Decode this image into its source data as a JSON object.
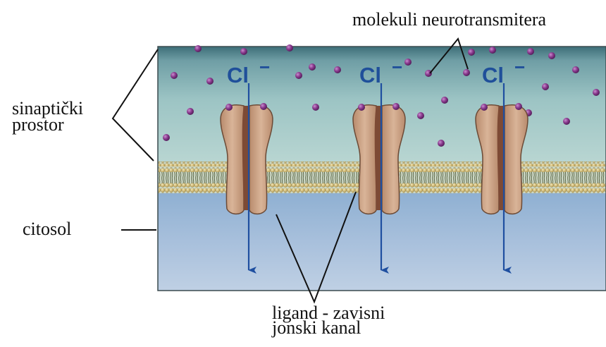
{
  "labels": {
    "neurotransmitter": "molekuli neurotransmitera",
    "synaptic_line1": "sinaptički",
    "synaptic_line2": "prostor",
    "cytosol": "citosol",
    "channel_line1": "ligand - zavisni",
    "channel_line2": "jonski kanal"
  },
  "ion": {
    "symbol": "Cl",
    "charge": "−"
  },
  "channels": [
    {
      "id": "channel-1",
      "ion_label": "Cl−",
      "has_bound_ligands": true
    },
    {
      "id": "channel-2",
      "ion_label": "Cl−",
      "has_bound_ligands": true
    },
    {
      "id": "channel-3",
      "ion_label": "Cl−",
      "has_bound_ligands": true
    }
  ],
  "colors": {
    "synaptic_space": "#9fc7c7",
    "cytosol": "#a9c1dd",
    "protein": "#c9a084",
    "protein_dark": "#8a5a45",
    "lipid_head": "#d8c07a",
    "molecule": "#8a3a8e",
    "arrow": "#1f4fa0",
    "ion_text": "#1f4f9a"
  }
}
